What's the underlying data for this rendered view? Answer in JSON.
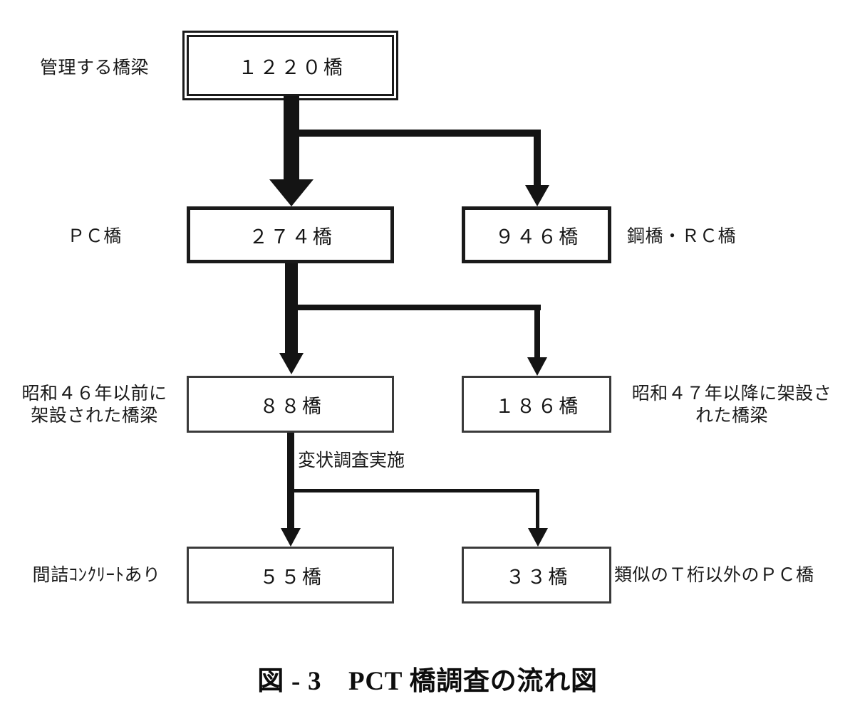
{
  "figure": {
    "caption": "図 - 3　PCT 橋調査の流れ図",
    "type": "flowchart",
    "units": "橋 (bridges)"
  },
  "nodes": {
    "total": {
      "value": "１２２０橋",
      "count": 1220,
      "level": 1,
      "side_label": "管理する橋梁"
    },
    "pc": {
      "value": "２７４橋",
      "count": 274,
      "level": 2,
      "side_label": "ＰＣ橋"
    },
    "steel_rc": {
      "value": "９４６橋",
      "count": 946,
      "level": 2,
      "side_label": "鋼橋・ＲＣ橋"
    },
    "before_s46": {
      "value": "８８橋",
      "count": 88,
      "level": 3,
      "side_label": "昭和４６年以前に\n架設された橋梁"
    },
    "after_s47": {
      "value": "１８６橋",
      "count": 186,
      "level": 3,
      "side_label": "昭和４７年以降に架設さ\nれた橋梁"
    },
    "with_infill": {
      "value": "５５橋",
      "count": 55,
      "level": 4,
      "side_label": "間詰ｺﾝｸﾘｰﾄあり"
    },
    "other_pc": {
      "value": "３３橋",
      "count": 33,
      "level": 4,
      "side_label": "類似のＴ桁以外のＰＣ橋"
    }
  },
  "edges": {
    "survey_label": "変状調査実施"
  },
  "colors": {
    "stroke": "#141414",
    "text": "#1a1a1a",
    "background": "#ffffff"
  }
}
